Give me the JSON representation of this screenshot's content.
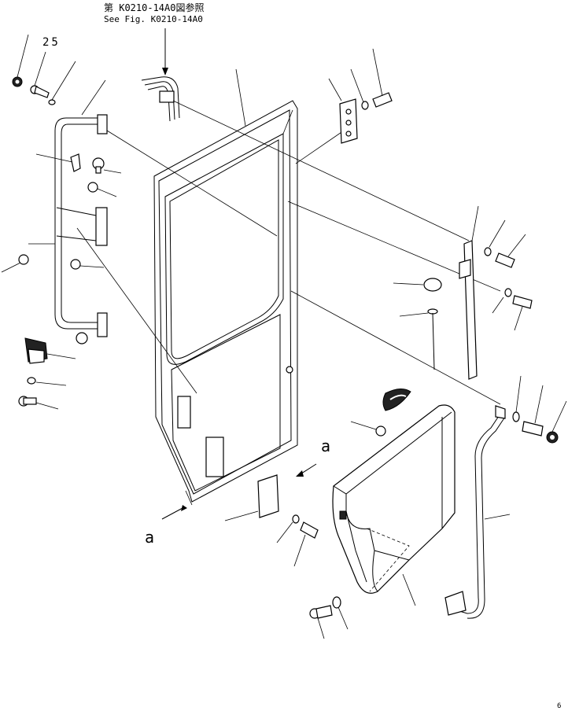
{
  "header": {
    "ref_line_jp": "第 K0210-14A0図参照",
    "ref_line_en": "See Fig. K0210-14A0"
  },
  "labels": {
    "item_number": "25",
    "view_a_left": "a",
    "view_a_right": "a",
    "page_mark": "6"
  }
}
